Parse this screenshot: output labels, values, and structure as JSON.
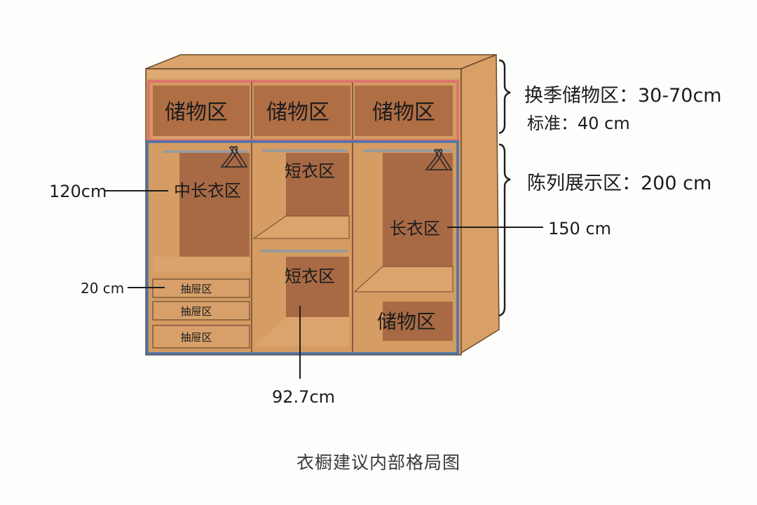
{
  "storage_label": "储物区",
  "right_annotations": {
    "seasonal_zone": "换季储物区：30-70cm",
    "standard": "标准：40 cm",
    "display_zone": "陈列展示区：200 cm"
  },
  "left_annotations": {
    "hanging_height": "120cm",
    "drawer_height": "20 cm"
  },
  "bottom_annotation": "92.7cm",
  "long_coat_height": "150 cm",
  "zones": {
    "mid_long_coat": "中长衣区",
    "short_coat_top": "短衣区",
    "short_coat_bottom": "短衣区",
    "long_coat": "长衣区",
    "bottom_storage": "储物区"
  },
  "drawer_label": "抽屉区",
  "caption": "衣橱建议内部格局图",
  "colors": {
    "wood": "#d19a63",
    "wood_dark": "#a86a45",
    "wood_side": "#d8a066",
    "storage_outline": "#e06a70",
    "display_outline": "#4b73a8"
  }
}
